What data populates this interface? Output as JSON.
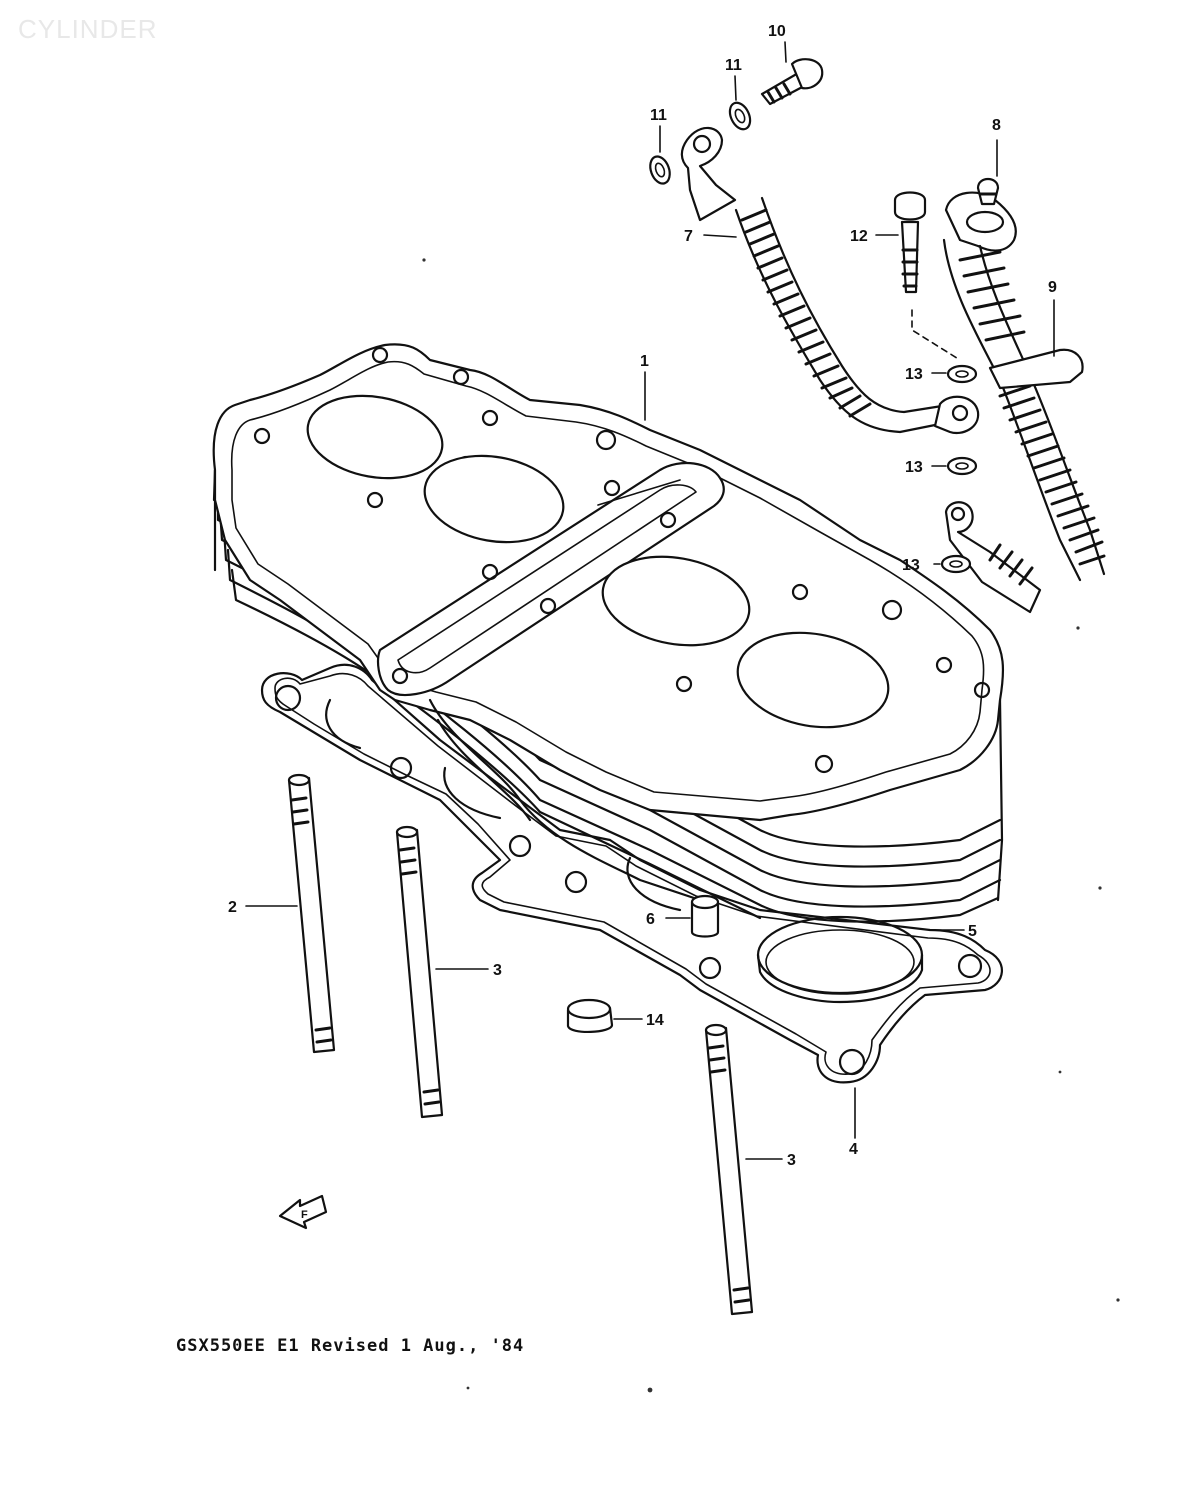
{
  "watermark": "CYLINDER",
  "footer": "GSX550EE E1  Revised 1 Aug., '84",
  "callouts": {
    "c1": "1",
    "c2": "2",
    "c3a": "3",
    "c3b": "3",
    "c4": "4",
    "c5": "5",
    "c6": "6",
    "c7": "7",
    "c8": "8",
    "c9": "9",
    "c10": "10",
    "c11a": "11",
    "c11b": "11",
    "c12": "12",
    "c13a": "13",
    "c13b": "13",
    "c13c": "13",
    "c14": "14"
  },
  "front_arrow": "F"
}
